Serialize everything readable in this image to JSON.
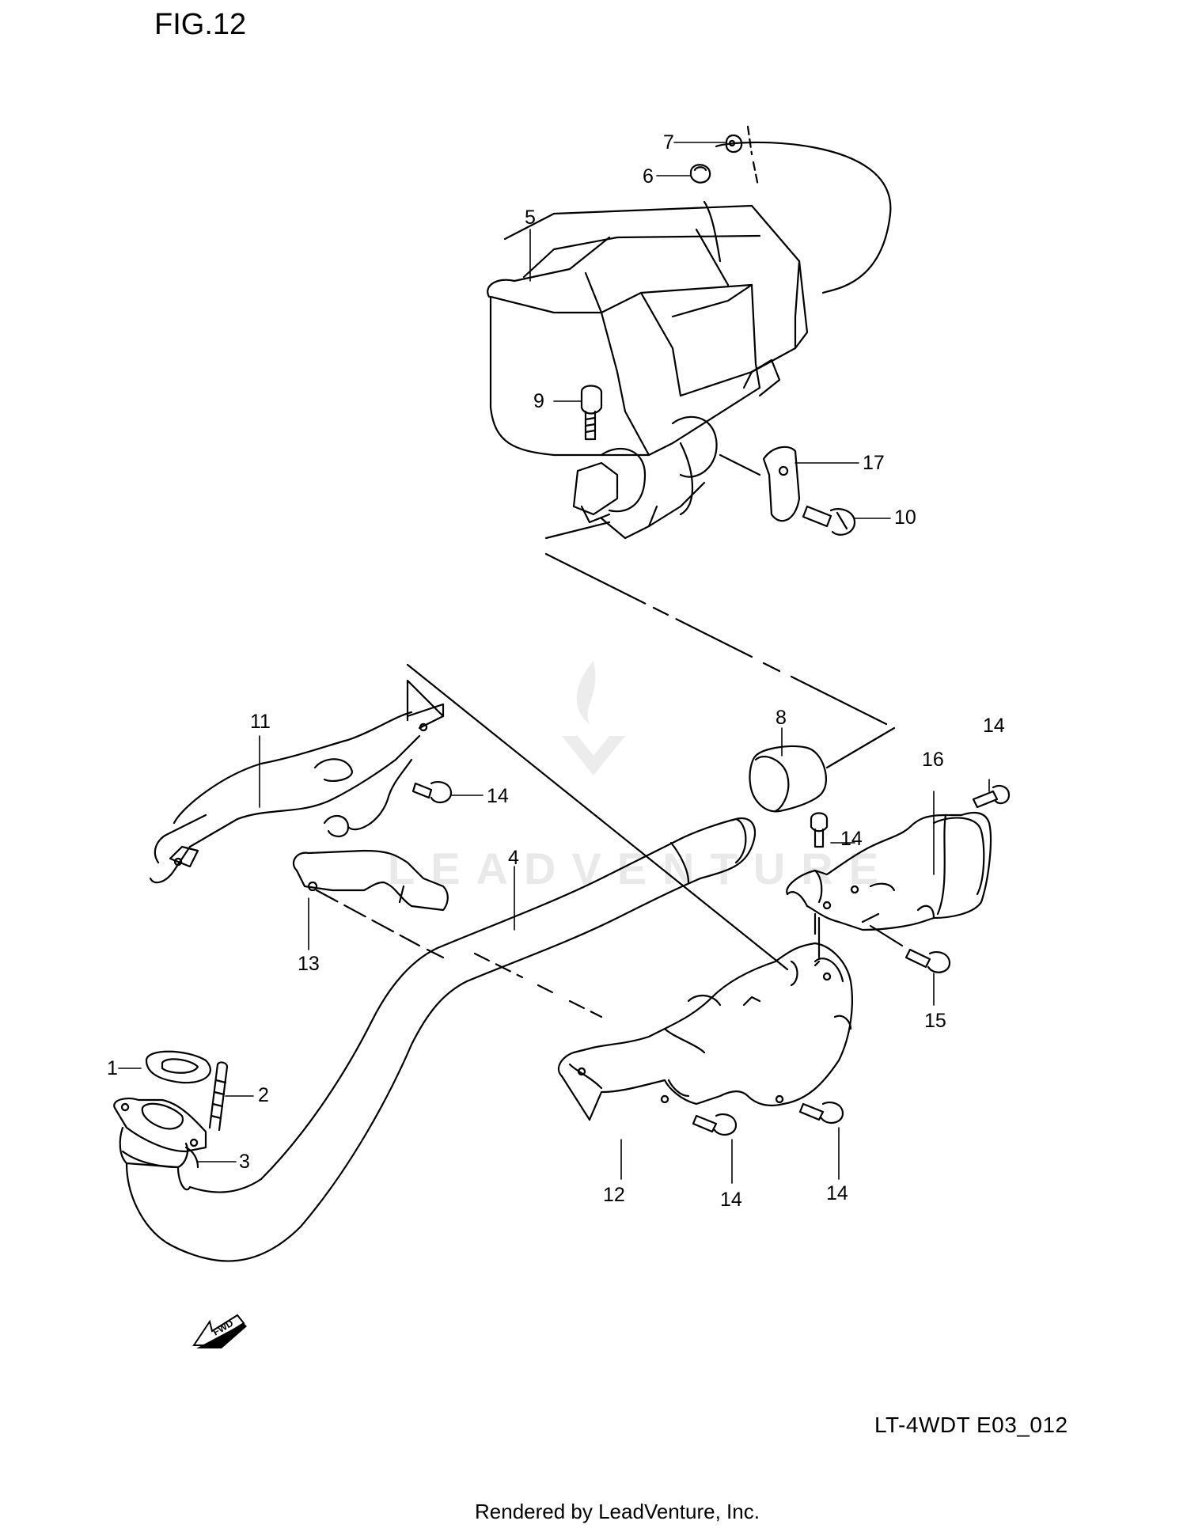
{
  "figure_title": "FIG.12",
  "diagram_code": "LT-4WDT E03_012",
  "credit": "Rendered by LeadVenture, Inc.",
  "watermark": "LEADVENTURE",
  "fwd_label": "FWD",
  "callouts": [
    "1",
    "2",
    "3",
    "4",
    "5",
    "6",
    "7",
    "8",
    "9",
    "10",
    "11",
    "12",
    "13",
    "14",
    "15",
    "16",
    "17"
  ]
}
